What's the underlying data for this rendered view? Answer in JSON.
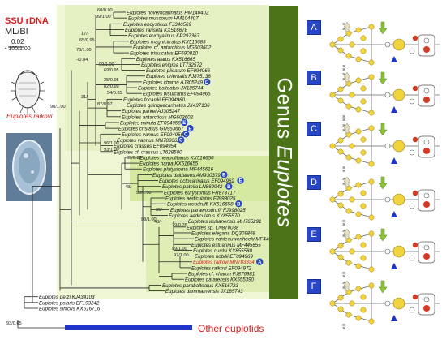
{
  "header": {
    "title": "SSU rDNA",
    "method": "ML/BI",
    "scale": "0.02",
    "support_legend": "• 100/1.00"
  },
  "specimen_caption": "Euplotes raikovi",
  "genus_label": {
    "prefix": "Genus",
    "name": "Euplotes"
  },
  "outgroup_label": "Other euplotids",
  "taxa": [
    {
      "label": "Euplotes novemcarinatus HM140402"
    },
    {
      "label": "Euplotes muscorum HM104407"
    },
    {
      "label": "Euplotes encysticus FJ346569"
    },
    {
      "label": "Euplotes rariseta KX516678"
    },
    {
      "label": "Euplotes eurhyalinus KP297367"
    },
    {
      "label": "Euplotes magnicirratus KX516685"
    },
    {
      "label": "Euplotes cf. antarcticus MG603602"
    },
    {
      "label": "Euplotes trisulcatus EF690810"
    },
    {
      "label": "Euplotes alatus KX516665"
    },
    {
      "label": "Euplotes enigma LT732572"
    },
    {
      "label": "Euplotes plicatum EF094966"
    },
    {
      "label": "Euplotes orientalis FJ875138"
    },
    {
      "label": "Euplotes charon AJ305249",
      "badge": "D"
    },
    {
      "label": "Euplotes balteatus JX185744"
    },
    {
      "label": "Euplotes bisulcatus EF094965"
    },
    {
      "label": "Euplotes focardii EF094960"
    },
    {
      "label": "Euplotes quinquecarinatus JX437136"
    },
    {
      "label": "Euplotes parkei AJ305247"
    },
    {
      "label": "Euplotes antarcticus MG603602"
    },
    {
      "label": "Euplotes minuta EF094958",
      "badge": "E"
    },
    {
      "label": "Euplotes cristatus GU953667",
      "badge": "E"
    },
    {
      "label": "Euplotes vannus EF094956",
      "badge": "C"
    },
    {
      "label": "Euplotes vannus MN788662",
      "badge": "C"
    },
    {
      "label": "Euplotes crassus EF094954"
    },
    {
      "label": "Euplotes cf. crassus LT628500"
    },
    {
      "label": "Euplotes neapolitanus KX516656"
    },
    {
      "label": "Euplotes harpa KX516655"
    },
    {
      "label": "Euplotes platystoma MF445616"
    },
    {
      "label": "Euplotes daidaleos AM930379",
      "badge": "B"
    },
    {
      "label": "Euplotes octocarinatus EF094962",
      "badge": "E"
    },
    {
      "label": "Euplotes patella LN869942",
      "badge": "B"
    },
    {
      "label": "Euplotes eurystomus FR873717"
    },
    {
      "label": "Euplotes aediculatus FJ998025"
    },
    {
      "label": "Euplotes woodruffi KX516658",
      "badge": "B"
    },
    {
      "label": "Euplotes parawoodruffi FJ998025"
    },
    {
      "label": "Euplotes aediculatus KY855570"
    },
    {
      "label": "Euplotes wuhanensis MH765291"
    },
    {
      "label": "Euplotes sp. LN870038"
    },
    {
      "label": "Euplotes elegans DQ309868"
    },
    {
      "label": "Euplotes vanleeuwenhoeki MF445655"
    },
    {
      "label": "Euplotes estuarinus MF445655"
    },
    {
      "label": "Euplotes curdsi KY855580"
    },
    {
      "label": "Euplotes nobilii EF094969"
    },
    {
      "label": "Euplotes raikovi MN783334",
      "badge": "A",
      "highlight": true
    },
    {
      "label": "Euplotes raikovi EF094972"
    },
    {
      "label": "Euplotes cf. charon FJ876981"
    },
    {
      "label": "Euplotes qatarensis KX555390"
    },
    {
      "label": "Euplotes parabalteatus KX516723"
    },
    {
      "label": "Euplotes dammamensis JX185743"
    },
    {
      "label": "Euplotes petzi KJ434103"
    },
    {
      "label": "Euplotes polaris EF193242"
    },
    {
      "label": "Euplotes sinicus KX516716"
    }
  ],
  "node_supports": [
    {
      "label": "60/0.90"
    },
    {
      "label": "99/1.00"
    },
    {
      "label": "17/-"
    },
    {
      "label": "65/0.95"
    },
    {
      "label": "76/1.00"
    },
    {
      "label": "-/0.84"
    },
    {
      "label": "99/1.00"
    },
    {
      "label": "69/0.95"
    },
    {
      "label": "25/0.95"
    },
    {
      "label": "82/0.99"
    },
    {
      "label": "54/0.85"
    },
    {
      "label": "87/0.97"
    },
    {
      "label": "31/-"
    },
    {
      "label": "90/1.00"
    },
    {
      "label": "96/1.00"
    },
    {
      "label": "93/1.00"
    },
    {
      "label": "85/0.89"
    },
    {
      "label": "48/-"
    },
    {
      "label": "99/1.00"
    },
    {
      "label": "98/1.00"
    },
    {
      "label": "35/-"
    },
    {
      "label": "48/-"
    },
    {
      "label": "79/0.76"
    },
    {
      "label": "99/1.00"
    },
    {
      "label": "97/1.00"
    },
    {
      "label": "93/0.65"
    }
  ],
  "panels": [
    {
      "label": "A"
    },
    {
      "label": "B"
    },
    {
      "label": "C"
    },
    {
      "label": "D"
    },
    {
      "label": "E"
    },
    {
      "label": "F"
    }
  ],
  "colors": {
    "title_red": "#d81b1b",
    "badge_blue": "#2747c7",
    "genus_green": "#4a7417",
    "light_green": "#d5e9a0",
    "pale_green": "#eef6d4",
    "outgroup_blue": "#1f35c9",
    "cirri_yellow": "#f1d43c",
    "cirri_red": "#d63a22",
    "arrow_green": "#8bbf3a",
    "arrow_beige": "#eadfb8"
  }
}
